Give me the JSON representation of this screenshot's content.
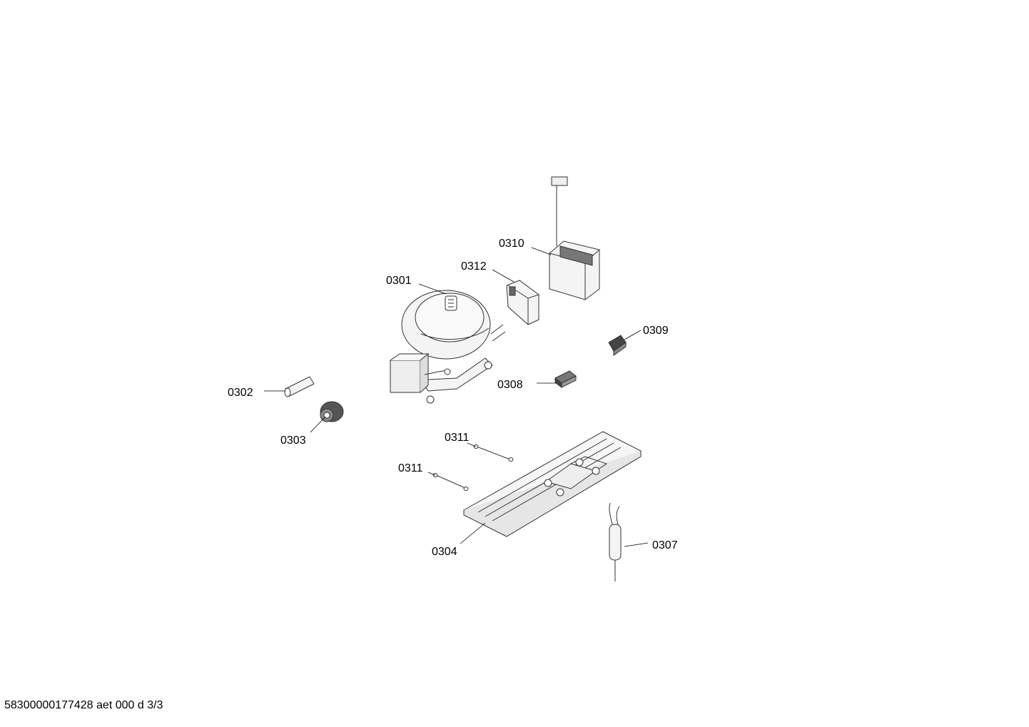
{
  "labels": {
    "p0301": "0301",
    "p0302": "0302",
    "p0303": "0303",
    "p0304": "0304",
    "p0307": "0307",
    "p0308": "0308",
    "p0309": "0309",
    "p0310": "0310",
    "p0311a": "0311",
    "p0311b": "0311",
    "p0312": "0312"
  },
  "footer": "58300000177428 aet 000 d 3/3",
  "colors": {
    "line": "#000000",
    "part_fill": "#f4f4f4",
    "part_stroke": "#333333"
  }
}
